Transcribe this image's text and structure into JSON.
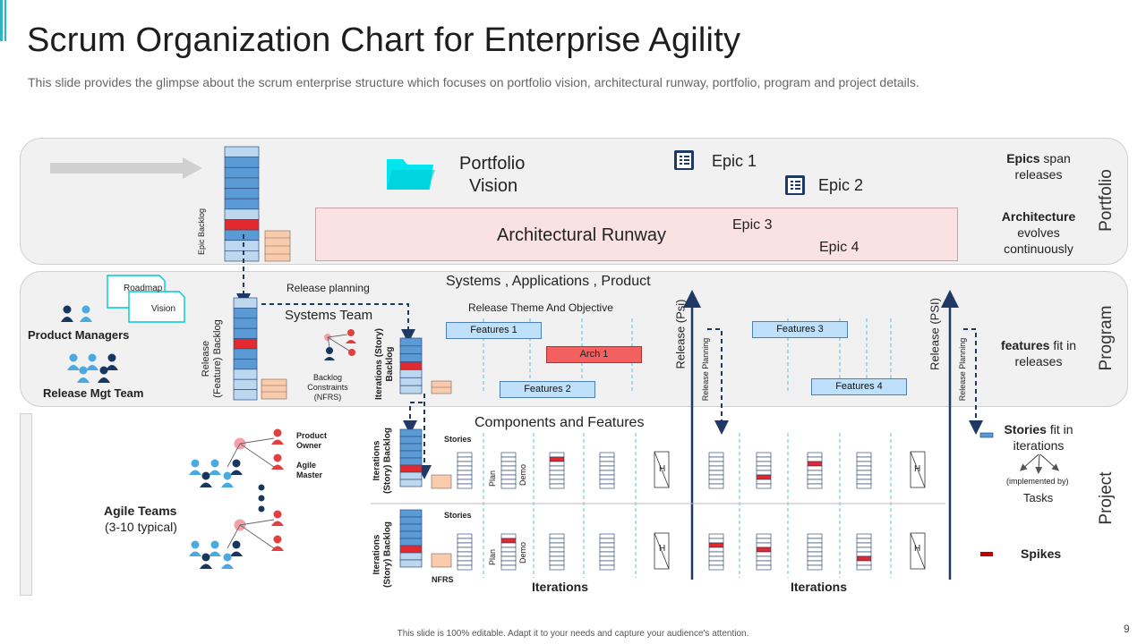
{
  "slide": {
    "title": "Scrum Organization Chart for Enterprise Agility",
    "subtitle": "This slide provides the glimpse about the scrum enterprise structure which focuses on portfolio vision, architectural runway, portfolio, program and project details.",
    "footer": "This slide is 100% editable. Adapt it to your needs and capture your audience's attention.",
    "page_number": "9"
  },
  "bands": {
    "portfolio": "Portfolio",
    "program": "Program",
    "project": "Project"
  },
  "portfolio": {
    "epic_backlog": "Epic Backlog",
    "vision_line1": "Portfolio",
    "vision_line2": "Vision",
    "epic1": "Epic 1",
    "epic2": "Epic 2",
    "epic3": "Epic 3",
    "epic4": "Epic 4",
    "runway": "Architectural Runway",
    "note1_bold": "Epics",
    "note1_rest": " span",
    "note1_line2": "releases",
    "note2_bold": "Architecture",
    "note2_line2": "evolves",
    "note2_line3": "continuously"
  },
  "program": {
    "roadmap": "Roadmap",
    "vision": "Vision",
    "product_managers": "Product Managers",
    "release_mgt_team": "Release Mgt Team",
    "release_backlog_line1": "Release",
    "release_backlog_line2": "(Feature) Backlog",
    "release_planning": "Release planning",
    "systems_team": "Systems Team",
    "backlog_constraints_1": "Backlog",
    "backlog_constraints_2": "Constraints",
    "backlog_constraints_3": "(NFRS)",
    "iterations_backlog_1": "Iterations (Story)",
    "iterations_backlog_2": "Backlog",
    "sap": "Systems , Applications , Product",
    "release_theme": "Release Theme And Objective",
    "features1": "Features 1",
    "features2": "Features 2",
    "features3": "Features 3",
    "features4": "Features 4",
    "arch1": "Arch 1",
    "release_psi_1": "Release (Psi)",
    "release_psi_2": "Release (PSI)",
    "release_planning_v": "Release Planning",
    "note_bold": "features",
    "note_rest": " fit in",
    "note_line2": "releases"
  },
  "project": {
    "components": "Components and Features",
    "product_owner_1": "Product",
    "product_owner_2": "Owner",
    "agile_master_1": "Agile",
    "agile_master_2": "Master",
    "agile_teams": "Agile Teams",
    "agile_teams_sub": "(3-10 typical)",
    "iter_backlog_1": "Iterations",
    "iter_backlog_2": "(Story) Backlog",
    "stories": "Stories",
    "plan": "Plan",
    "demo": "Demo",
    "h": "H",
    "nfrs": "NFRS",
    "iterations": "Iterations",
    "note_bold": "Stories",
    "note_rest": " fit in",
    "note_line2": "iterations",
    "implemented_by": "(implemented by)",
    "tasks": "Tasks",
    "spikes": "Spikes"
  },
  "colors": {
    "stack_blue": "#5b9bd5",
    "stack_light": "#bdd7ee",
    "stack_red": "#e2292d",
    "nfr_fill": "#f8cbad",
    "navy": "#1f3864",
    "accent_teal": "#00e5ef",
    "person_red": "#e04040",
    "person_blue": "#4aa9e0",
    "person_navy": "#17375e",
    "epic_brown": "#9c5a57"
  }
}
